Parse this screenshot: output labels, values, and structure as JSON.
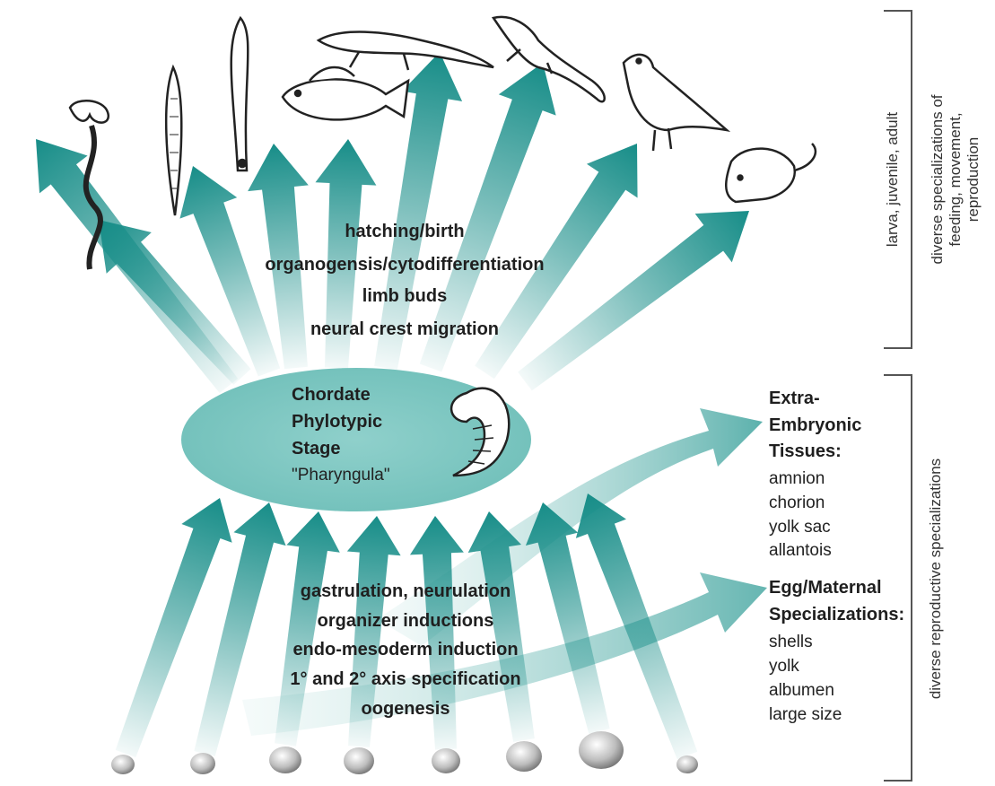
{
  "upper_stages": [
    "hatching/birth",
    "organogensis/cytodifferentiation",
    "limb buds",
    "neural crest migration"
  ],
  "phylotypic_stage": {
    "lines": [
      "Chordate",
      "Phylotypic",
      "Stage"
    ],
    "subtitle": "\"Pharyngula\""
  },
  "lower_stages": [
    "gastrulation, neurulation",
    "organizer inductions",
    "endo-mesoderm induction",
    "1° and 2° axis specification",
    "oogenesis"
  ],
  "extra_embryonic": {
    "title_lines": [
      "Extra-",
      "Embryonic",
      "Tissues:"
    ],
    "items": [
      "amnion",
      "chorion",
      "yolk sac",
      "allantois"
    ]
  },
  "egg_maternal": {
    "title_lines": [
      "Egg/Maternal",
      "Specializations:"
    ],
    "items": [
      "shells",
      "yolk",
      "albumen",
      "large size"
    ]
  },
  "side_labels": {
    "upper_a": "larva, juvenile, adult",
    "upper_b": [
      "diverse specializations of",
      "feeding, movement,",
      "reproduction"
    ],
    "lower": "diverse reproductive specializations"
  },
  "organisms": [
    "ascidian-larva-icon",
    "amphioxus-icon",
    "lamprey-icon",
    "fish-icon",
    "salamander-icon",
    "lizard-icon",
    "bird-icon",
    "mouse-icon"
  ],
  "colors": {
    "arrow": "#178d88",
    "ellipse": "#7ec9c4",
    "egg": "#b8b8b8"
  }
}
